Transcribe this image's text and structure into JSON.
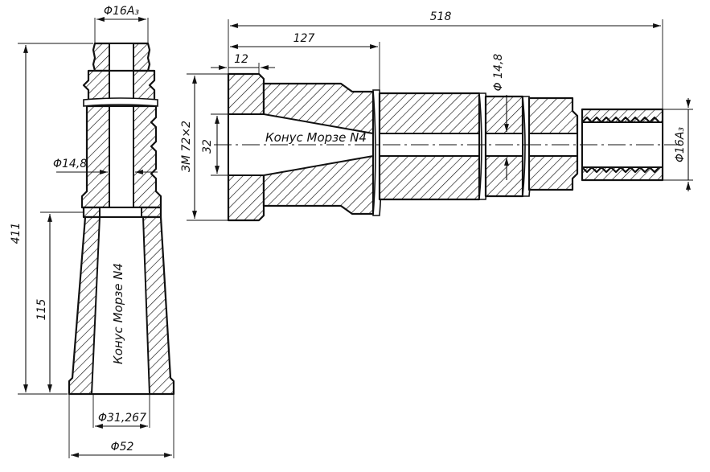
{
  "colors": {
    "ink": "#111111",
    "paper": "#ffffff"
  },
  "dimensions": {
    "top_thread_vertical": "Φ16A₃",
    "total_length_vertical": "411",
    "bore_diameter_vertical": "Φ14,8",
    "taper_length": "115",
    "taper_small_diameter": "Φ31,267",
    "base_diameter": "Φ52",
    "total_length_horizontal": "518",
    "taper_depth": "127",
    "collar_width": "12",
    "thread_spec": "ЗМ 72×2",
    "end_diameter": "32",
    "bore_diameter_horizontal": "Φ 14,8",
    "thread_diameter_horizontal": "Φ16A₃"
  },
  "labels": {
    "taper_vertical": "Конус Морзе N4",
    "taper_horizontal": "Конус Морзе N4"
  }
}
